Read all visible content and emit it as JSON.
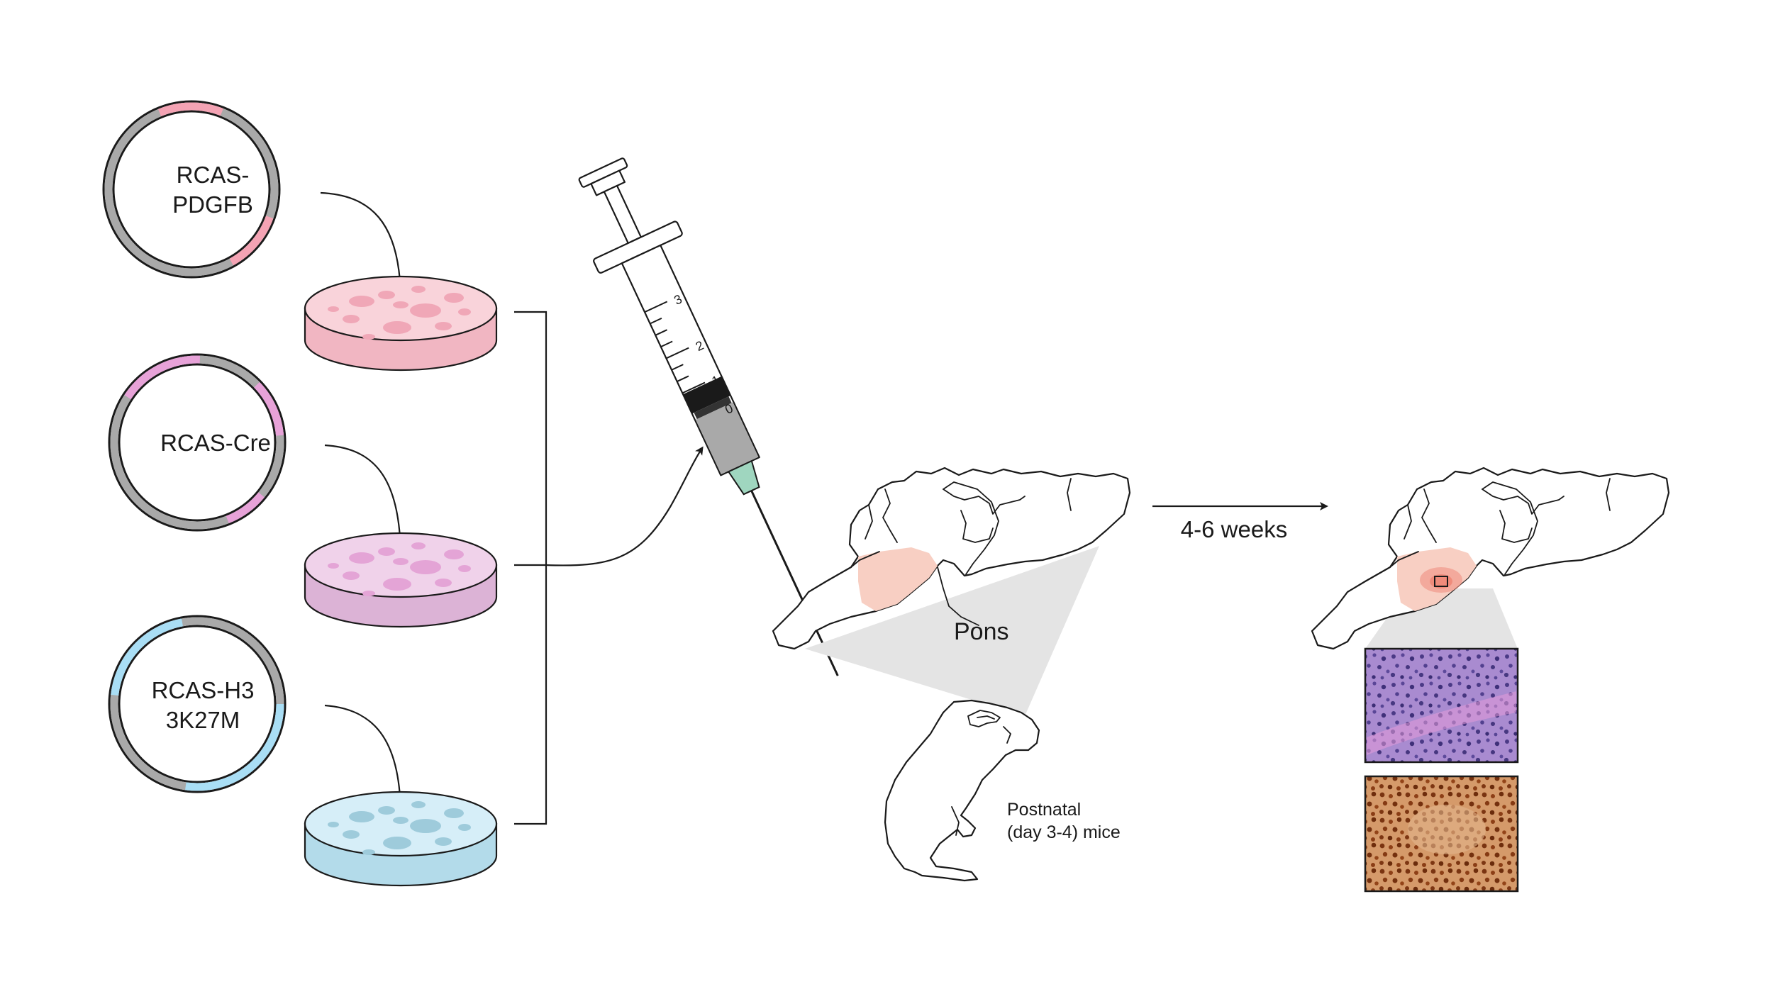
{
  "plasmids": [
    {
      "label_line1": "RCAS-",
      "label_line2": "PDGFB",
      "color": "#f4a3b4",
      "dish_color": "#f9d3da",
      "dish_dark": "#f1b6c2",
      "dot_color": "#f0a7b7"
    },
    {
      "label_line1": "RCAS-Cre",
      "label_line2": "",
      "color": "#e7a2d8",
      "dish_color": "#f0d2ea",
      "dish_dark": "#dcb3d6",
      "dot_color": "#e4a4d6"
    },
    {
      "label_line1": "RCAS-H3",
      "label_line2": "3K27M",
      "color": "#a9def5",
      "dish_color": "#d6eef8",
      "dish_dark": "#b3dbea",
      "dot_color": "#9ecbdb"
    }
  ],
  "syringe": {
    "marks": [
      "0",
      "1",
      "2",
      "3"
    ]
  },
  "labels": {
    "pons": "Pons",
    "mice_line1": "Postnatal",
    "mice_line2": "(day 3-4) mice",
    "time": "4-6 weeks"
  },
  "colors": {
    "pons_fill": "#f8cfc3",
    "tumor": "#ef8b7b",
    "zoom_wedge": "#e4e4e4",
    "ring_gray": "#a9a9a9",
    "he_stain": "#9b7cc4",
    "ihc_stain": "#b8632a"
  }
}
